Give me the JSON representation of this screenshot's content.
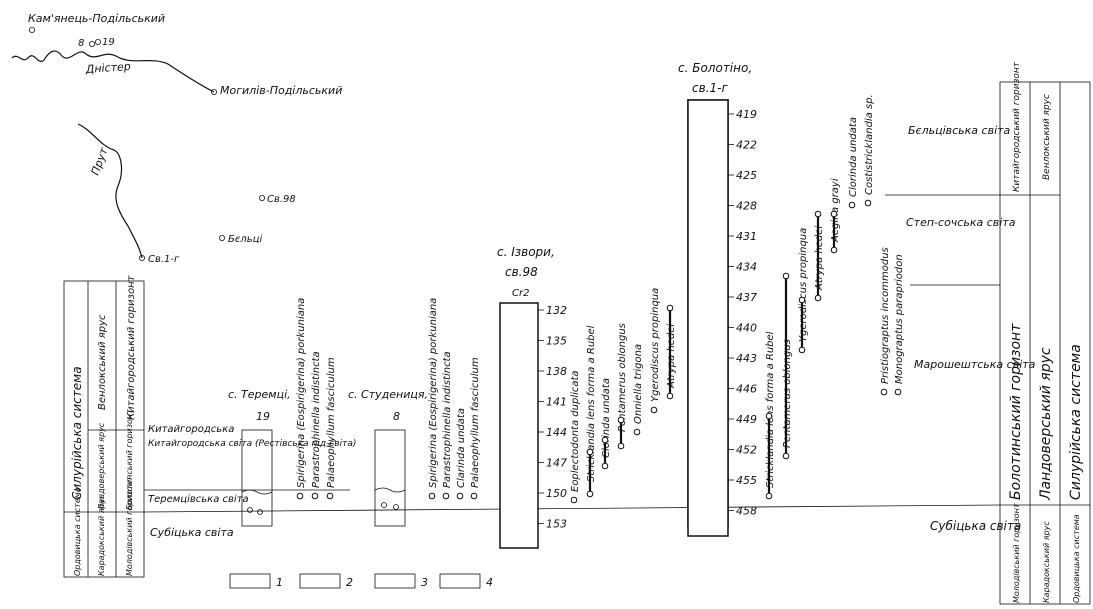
{
  "map": {
    "towns": [
      {
        "id": "kamianets",
        "label": "Кам'янець-Подільський"
      },
      {
        "id": "mohyliv",
        "label": "Могилів-Подільський"
      },
      {
        "id": "st8",
        "label": "8"
      },
      {
        "id": "st19",
        "label": "19"
      },
      {
        "id": "sv98",
        "label": "Св.98"
      },
      {
        "id": "beltsi",
        "label": "Бєльці"
      },
      {
        "id": "sv1g",
        "label": "Св.1-г"
      }
    ],
    "rivers": [
      {
        "id": "dnister",
        "label": "Дністер"
      },
      {
        "id": "prut",
        "label": "Прут"
      }
    ]
  },
  "left_table": {
    "system": "Силурійська система",
    "series_venlok": "Венлокський ярус",
    "horizon_kytaihorod": "Китайгородський горизонт",
    "series_landover": "Ландоверський ярус",
    "horizon_bolotyn": "Болотинський горизонт",
    "ord_system": "Ордовицька система",
    "ord_series": "Карадокський ярус",
    "ord_horizon": "Молодівський горизонт"
  },
  "suites_left": {
    "kytaihorod": "Китайгородська світа (Рестівська під-світа)",
    "teremtsi": "Теремцівська світа",
    "subitsa": "Субіцька світа"
  },
  "columns": {
    "teremtsi": {
      "title": "с. Теремці,",
      "number": "19"
    },
    "studenytsia": {
      "title": "с. Студениця,",
      "number": "8"
    },
    "izvory": {
      "title": "с. Ізвори,",
      "sub": "св.98",
      "top": "Cr2"
    },
    "bolotino": {
      "title": "с. Болотіно,",
      "sub": "св.1-г"
    }
  },
  "depth_izvory": [
    "132",
    "135",
    "138",
    "141",
    "144",
    "147",
    "150",
    "153"
  ],
  "depth_bolotino": [
    "419",
    "422",
    "425",
    "428",
    "431",
    "434",
    "437",
    "440",
    "443",
    "446",
    "449",
    "452",
    "455",
    "458"
  ],
  "fossils_teremtsi": [
    "Spirigerina (Eospirigerina) porkuniana",
    "Parastrophinella indistincta",
    "Palaeophyllum fasciculum"
  ],
  "fossils_studenytsia": [
    "Spirigerina (Eospirigerina) porkuniana",
    "Parastrophinella indistincta",
    "Clarinda undata",
    "Palaeophyllum fasciculum"
  ],
  "fossils_izvory": [
    "Eoplectodonta duplicata",
    "Stricklandia lens forma a Rubel",
    "Clorinda undata",
    "Pentamerus oblongus",
    "Onniella trigona",
    "Ygerodiscus propinqua",
    "Atrypa hedei"
  ],
  "fossils_bolotino": [
    "Stricklandia lens forma a Rubel",
    "Pentamerus oblongus",
    "Ygerodiscus propinqua",
    "Atrypa hedei",
    "Aegiria grayi",
    "Clorinda undata",
    "Costistricklandia sp.",
    "Pristiograptus incommodus",
    "Monograptus parapriodon"
  ],
  "suites_right": {
    "beltsi": "Бєльцівська світа",
    "stepsoch": "Степ-сочська світа",
    "morosh": "Марошештська світа",
    "subitsa": "Субіцька світа"
  },
  "right_table": {
    "horizon_kytaihorod": "Китайгородський горизонт",
    "series_venlok": "Венлокський ярус",
    "horizon_bolotyn": "Болотинський горизонт",
    "series_landover": "Ландоверський ярус",
    "system": "Силурійська система",
    "ord_horizon": "Молодівський горизонт",
    "ord_series": "Карадокський ярус",
    "ord_system": "Ордовицька система"
  },
  "legend": [
    "1",
    "2",
    "3",
    "4"
  ]
}
